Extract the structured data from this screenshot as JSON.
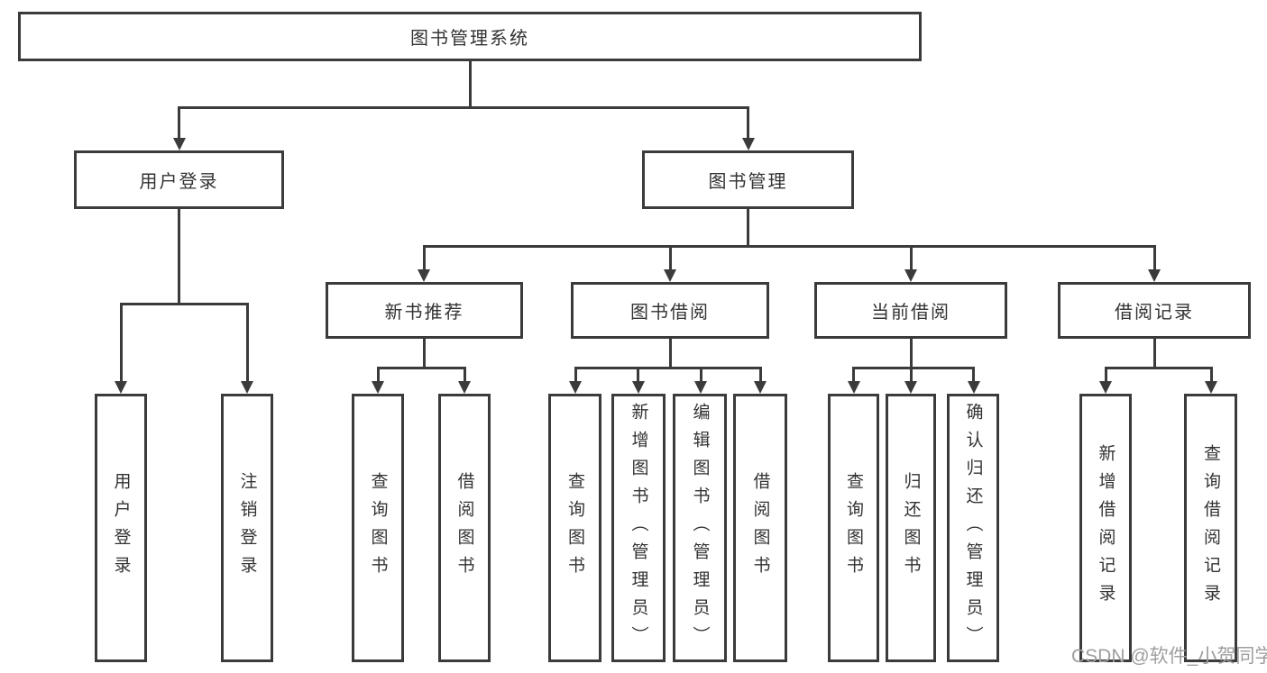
{
  "diagram_title": "图书管理系统",
  "nodes": {
    "root": "图书管理系统",
    "l2": [
      "用户登录",
      "图书管理"
    ],
    "l3": [
      "新书推荐",
      "图书借阅",
      "当前借阅",
      "借阅记录"
    ],
    "leaf_groups": [
      {
        "parent": "用户登录",
        "children": [
          "用户登录",
          "注销登录"
        ]
      },
      {
        "parent": "新书推荐",
        "children": [
          "查询图书",
          "借阅图书"
        ]
      },
      {
        "parent": "图书借阅",
        "children": [
          "查询图书",
          "新增图书（管理员）",
          "编辑图书（管理员）",
          "借阅图书"
        ]
      },
      {
        "parent": "当前借阅",
        "children": [
          "查询图书",
          "归还图书",
          "确认归还（管理员）"
        ]
      },
      {
        "parent": "借阅记录",
        "children": [
          "新增借阅记录",
          "查询借阅记录"
        ]
      }
    ]
  },
  "watermark": "CSDN @软件_小贺同学",
  "colors": {
    "line": "#3b3b3b",
    "text": "#333333",
    "box_background": "#ffffff",
    "watermark": "#9e9e9e"
  }
}
